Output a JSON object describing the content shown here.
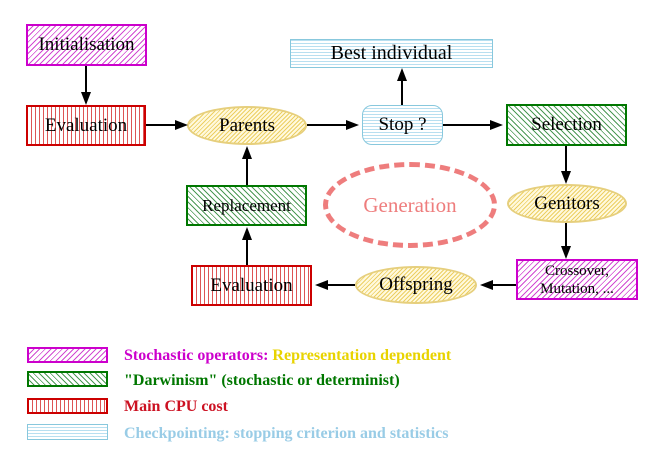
{
  "diagram": {
    "nodes": {
      "initialisation": {
        "label": "Initialisation"
      },
      "evaluation_top": {
        "label": "Evaluation"
      },
      "parents": {
        "label": "Parents"
      },
      "best_individual": {
        "label": "Best individual"
      },
      "stop": {
        "label": "Stop ?"
      },
      "selection": {
        "label": "Selection"
      },
      "genitors": {
        "label": "Genitors"
      },
      "crossover": {
        "line1": "Crossover,",
        "line2": "Mutation, ..."
      },
      "replacement": {
        "label": "Replacement"
      },
      "evaluation_bottom": {
        "label": "Evaluation"
      },
      "offspring": {
        "label": "Offspring"
      },
      "generation": {
        "label": "Generation"
      }
    },
    "legend": {
      "items": [
        {
          "swatch": "magenta-diagonal-hatch",
          "text1": "Stochastic operators:",
          "text2": "Representation dependent",
          "color1": "#cc00cc",
          "color2": "#e8d300"
        },
        {
          "swatch": "green-diagonal-hatch",
          "text1": "\"Darwinism\" (stochastic or determinist)",
          "text2": "",
          "color1": "#007700",
          "color2": ""
        },
        {
          "swatch": "red-vertical-stripes",
          "text1": "Main CPU cost",
          "text2": "",
          "color1": "#cc1122",
          "color2": ""
        },
        {
          "swatch": "cyan-horizontal-stripes",
          "text1": "Checkpointing: stopping criterion and statistics",
          "text2": "",
          "color1": "#99cce6",
          "color2": ""
        }
      ]
    },
    "colors": {
      "stochastic_magenta": "#cc00cc",
      "darwinism_green": "#007700",
      "cpu_red": "#cc0000",
      "checkpoint_cyan": "#99cce6",
      "operator_yellow": "#e6cf7d",
      "generation_salmon": "#ee7d7d",
      "arrow_black": "#000000"
    }
  }
}
